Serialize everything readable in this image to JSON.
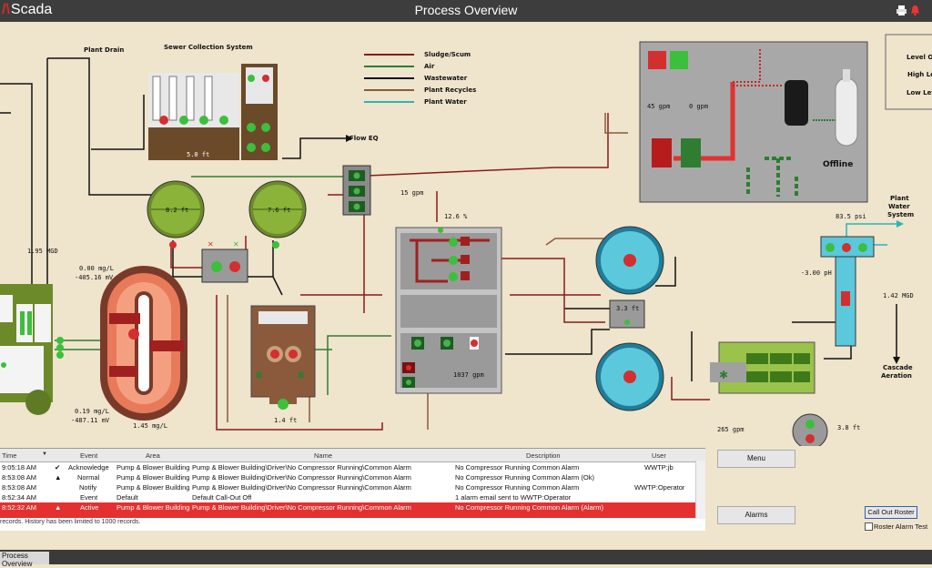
{
  "app": {
    "logo": "Scada",
    "title": "Process Overview"
  },
  "legend": [
    {
      "label": "Sludge/Scum",
      "color": "#8b1a1a"
    },
    {
      "label": "Air",
      "color": "#2e7d32"
    },
    {
      "label": "Wastewater",
      "color": "#111111"
    },
    {
      "label": "Plant Recycles",
      "color": "#8b5a3c"
    },
    {
      "label": "Plant Water",
      "color": "#2bb5b5"
    }
  ],
  "labels": {
    "plant_drain": "Plant Drain",
    "sewer": "Sewer Collection System",
    "flow_eq": "Flow EQ",
    "sewer_level": "5.0 ft",
    "tank1": "8.2 ft",
    "tank2": "7.6 ft",
    "mgd1": "1.95 MGD",
    "mgl1": "0.00 mg/L",
    "mv1": "-405.16 mV",
    "mgl2": "0.19 mg/L",
    "mv2": "-487.11 mV",
    "mgl3": "1.45 mg/L",
    "ft14": "1.4 ft",
    "gpm15": "15 gpm",
    "pct": "12.6 %",
    "gpm1037": "1037 gpm",
    "ft33": "3.3 ft",
    "gpm265": "265 gpm",
    "ft38": "3.8 ft",
    "gpm45": "45 gpm",
    "gpm0": "0 gpm",
    "offline": "Offline",
    "plant_water": "Plant Water System",
    "psi": "83.5 psi",
    "ph": "-3.00 pH",
    "mgd142": "1.42 MGD",
    "cascade": "Cascade Aeration",
    "level_ok": "Level OK",
    "high_lev": "High Lev",
    "low_lev": "Low Lev"
  },
  "alarm_table": {
    "headers": [
      "Time",
      "Event",
      "Area",
      "Name",
      "Description",
      "User"
    ],
    "rows": [
      {
        "time": "9:05:18 AM",
        "event": "Acknowledge",
        "area": "Pump & Blower Building",
        "name": "Pump & Blower Building\\Driver\\No Compressor Running\\Common Alarm",
        "desc": "No Compressor Running Common Alarm",
        "user": "WWTP:jb",
        "style": ""
      },
      {
        "time": "8:53:08 AM",
        "event": "Normal",
        "area": "Pump & Blower Building",
        "name": "Pump & Blower Building\\Driver\\No Compressor Running\\Common Alarm",
        "desc": "No Compressor Running Common Alarm (Ok)",
        "user": "",
        "style": ""
      },
      {
        "time": "8:53:08 AM",
        "event": "Notify",
        "area": "Pump & Blower Building",
        "name": "Pump & Blower Building\\Driver\\No Compressor Running\\Common Alarm",
        "desc": "No Compressor Running Common Alarm",
        "user": "WWTP:Operator",
        "style": ""
      },
      {
        "time": "8:52:34 AM",
        "event": "Event",
        "area": "Default",
        "name": "Default Call-Out Off",
        "desc": "1 alarm email sent to WWTP:Operator",
        "user": "",
        "style": ""
      },
      {
        "time": "8:52:32 AM",
        "event": "Active",
        "area": "Pump & Blower Building",
        "name": "Pump & Blower Building\\Driver\\No Compressor Running\\Common Alarm",
        "desc": "No Compressor Running Common Alarm (Alarm)",
        "user": "",
        "style": "red"
      }
    ],
    "footer": "records. History has been limited to 1000 records."
  },
  "buttons": {
    "menu": "Menu",
    "alarms": "Alarms",
    "call_out": "Call Out Roster",
    "roster_test": "Roster Alarm Test"
  },
  "taskbar": {
    "tab": "Process Overview"
  }
}
